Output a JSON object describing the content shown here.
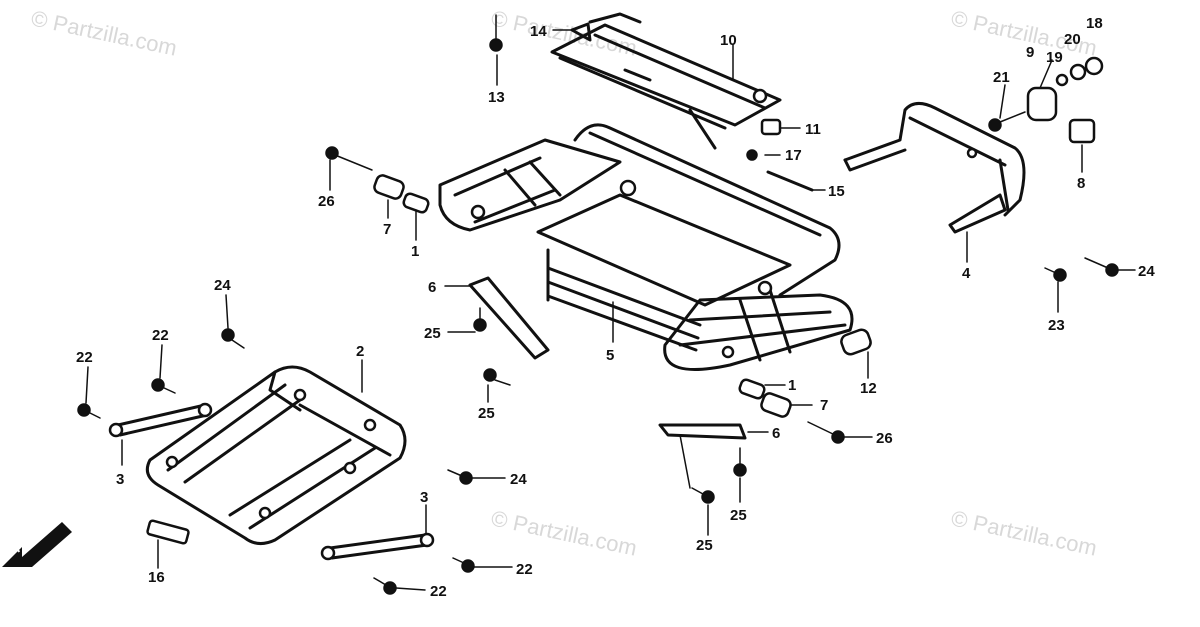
{
  "watermark": {
    "text": "© Partzilla.com"
  },
  "direction_label": "FWD",
  "callouts": {
    "c1a": "1",
    "c1b": "1",
    "c2": "2",
    "c3a": "3",
    "c3b": "3",
    "c4": "4",
    "c5": "5",
    "c6a": "6",
    "c6b": "6",
    "c7a": "7",
    "c7b": "7",
    "c8": "8",
    "c9": "9",
    "c10": "10",
    "c11": "11",
    "c12": "12",
    "c13": "13",
    "c14": "14",
    "c15": "15",
    "c16": "16",
    "c17": "17",
    "c18": "18",
    "c19": "19",
    "c20": "20",
    "c21": "21",
    "c22a": "22",
    "c22b": "22",
    "c22c": "22",
    "c22d": "22",
    "c23": "23",
    "c24a": "24",
    "c24b": "24",
    "c24c": "24",
    "c25a": "25",
    "c25b": "25",
    "c25c": "25",
    "c25d": "25",
    "c26a": "26",
    "c26b": "26"
  }
}
